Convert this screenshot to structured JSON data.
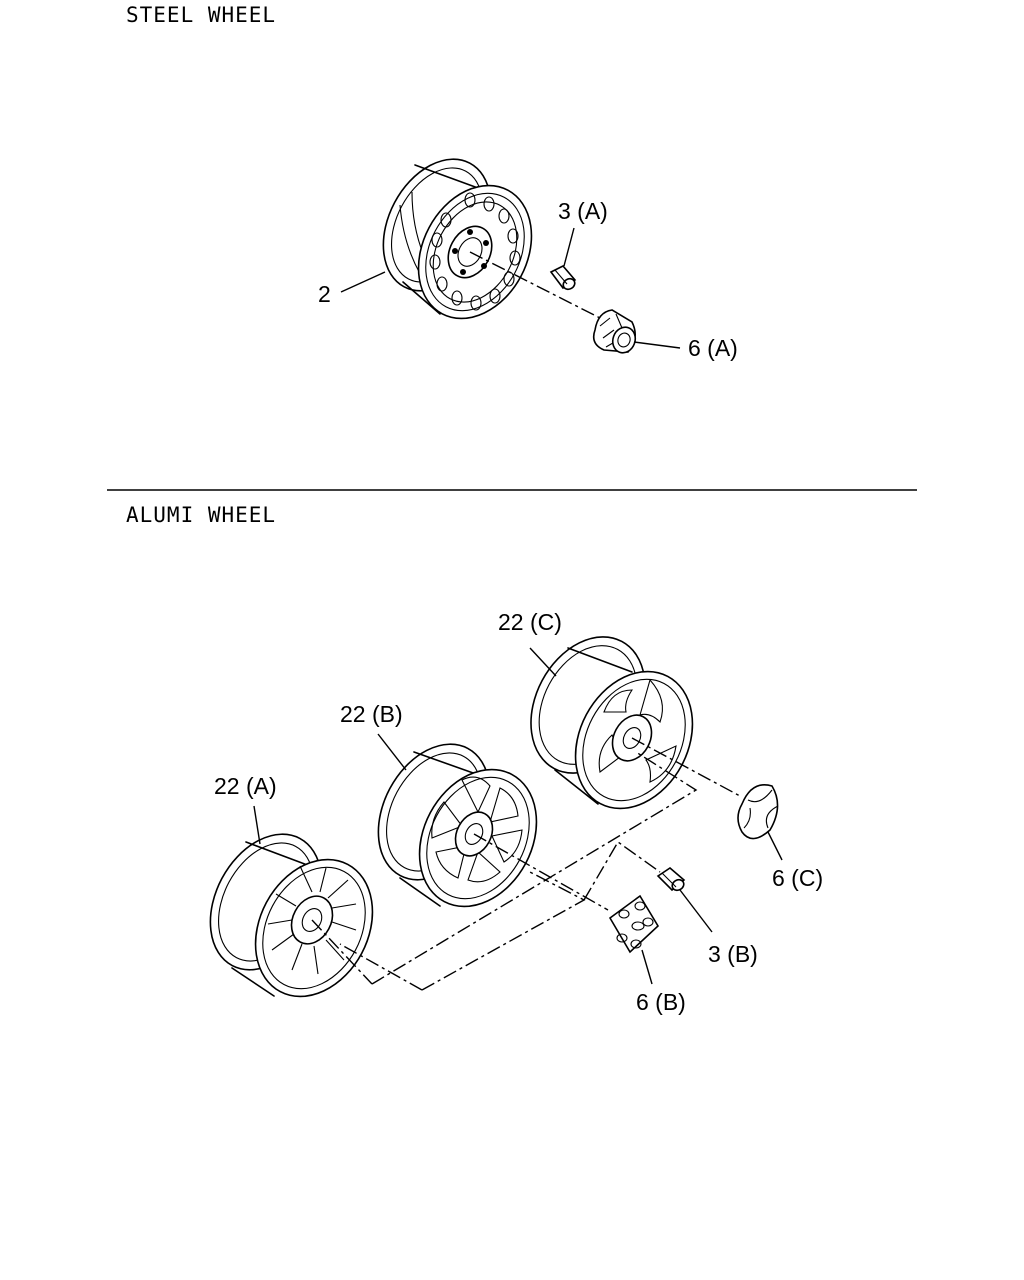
{
  "sections": {
    "steel": {
      "title": "STEEL WHEEL"
    },
    "alumi": {
      "title": "ALUMI WHEEL"
    }
  },
  "callouts": {
    "steel_wheel": "2",
    "steel_nut": "3 (A)",
    "steel_cap": "6 (A)",
    "alu_wheel_a": "22 (A)",
    "alu_wheel_b": "22 (B)",
    "alu_wheel_c": "22 (C)",
    "alu_nut": "3 (B)",
    "alu_cap_b": "6 (B)",
    "alu_cap_c": "6 (C)"
  }
}
